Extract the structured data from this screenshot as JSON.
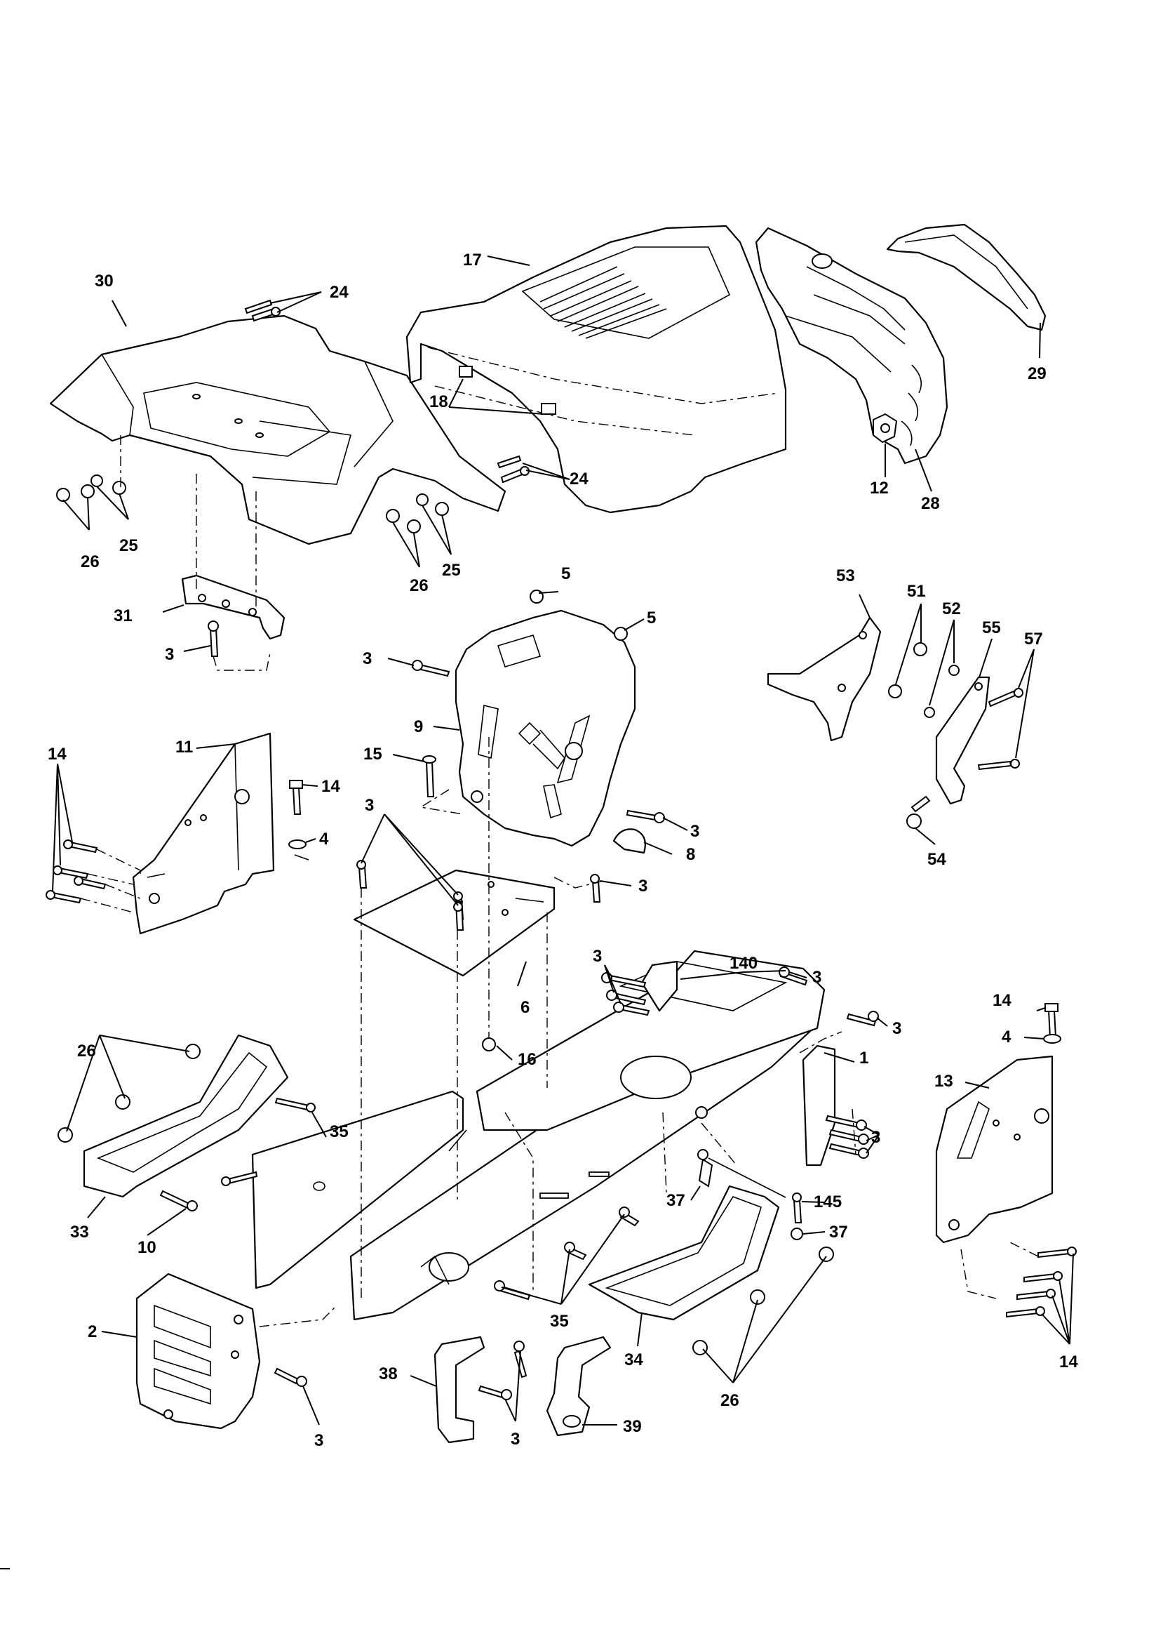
{
  "diagram": {
    "callouts": {
      "c30": "30",
      "c24a": "24",
      "c17": "17",
      "c18": "18",
      "c24b": "24",
      "c29": "29",
      "c12": "12",
      "c28": "28",
      "c26a": "26",
      "c25a": "25",
      "c26b": "26",
      "c25b": "25",
      "c31": "31",
      "c3a": "3",
      "c5a": "5",
      "c5b": "5",
      "c3b": "3",
      "c9": "9",
      "c15": "15",
      "c3c": "3",
      "c53": "53",
      "c51": "51",
      "c52": "52",
      "c55": "55",
      "c57": "57",
      "c54": "54",
      "c14a": "14",
      "c11": "11",
      "c14b": "14",
      "c4a": "4",
      "c3d": "3",
      "c8": "8",
      "c3e": "3",
      "c6": "6",
      "c16": "16",
      "c3f": "3",
      "c140": "140",
      "c3g": "3",
      "c3h": "3",
      "c1": "1",
      "c14c": "14",
      "c4b": "4",
      "c13": "13",
      "c26c": "26",
      "c35a": "35",
      "c33": "33",
      "c10": "10",
      "c3i": "3",
      "c37a": "37",
      "c145": "145",
      "c37b": "37",
      "c35b": "35",
      "c34": "34",
      "c26d": "26",
      "c14d": "14",
      "c2": "2",
      "c3j": "3",
      "c38": "38",
      "c3k": "3",
      "c39": "39"
    }
  }
}
